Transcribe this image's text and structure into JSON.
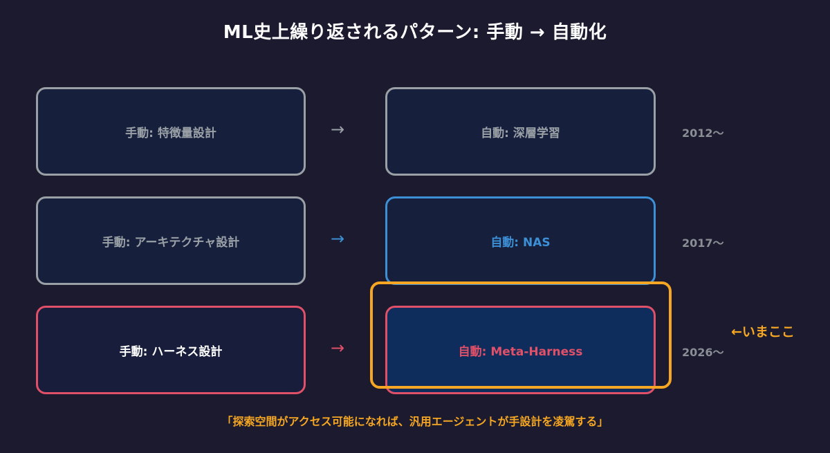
{
  "title": "ML史上繰り返されるパターン: 手動 → 自動化",
  "rows": [
    {
      "manual": "手動: 特徴量設計",
      "arrow": "→",
      "auto": "自動: 深層学習",
      "year": "2012〜"
    },
    {
      "manual": "手動: アーキテクチャ設計",
      "arrow": "→",
      "auto": "自動: NAS",
      "year": "2017〜"
    },
    {
      "manual": "手動: ハーネス設計",
      "arrow": "→",
      "auto": "自動: Meta-Harness",
      "year": "2026〜"
    }
  ],
  "here_label": "←いまここ",
  "quote": "「探索空間がアクセス可能になれば、汎用エージェントが手設計を凌駕する」",
  "colors": {
    "background": "#1b1a2e",
    "gray": "#9aa0a6",
    "blue": "#3d8fd6",
    "red": "#e05068",
    "orange": "#f5a623"
  }
}
